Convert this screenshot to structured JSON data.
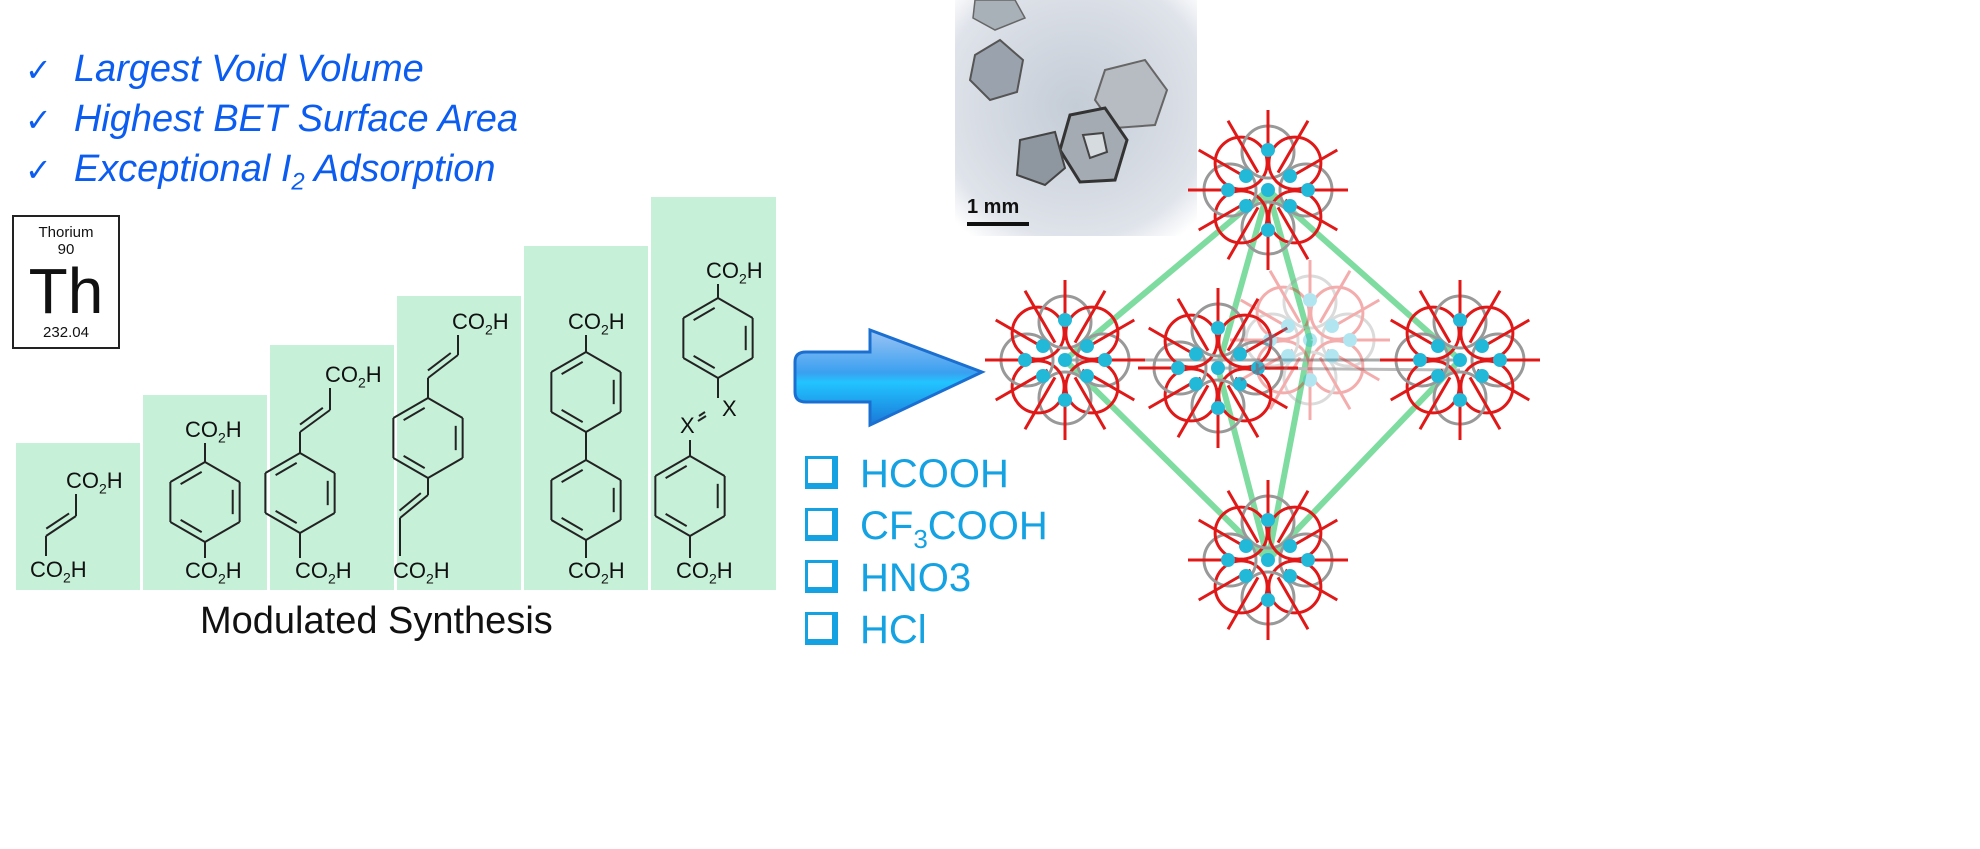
{
  "bullets": [
    {
      "check": "✓",
      "text": "Largest Void Volume"
    },
    {
      "check": "✓",
      "text": "Highest BET Surface Area"
    },
    {
      "check": "✓",
      "text": "Exceptional I",
      "sub": "2",
      "tail": " Adsorption"
    }
  ],
  "element": {
    "name": "Thorium",
    "number": "90",
    "symbol": "Th",
    "mass": "232.04"
  },
  "formula": {
    "co": "CO",
    "sub": "2",
    "h": "H",
    "x": "X"
  },
  "caption": "Modulated Synthesis",
  "modulators": [
    {
      "text": "HCOOH"
    },
    {
      "text": "CF",
      "sub": "3",
      "tail": "COOH"
    },
    {
      "text": "HNO3"
    },
    {
      "text": "HCl"
    }
  ],
  "photo": {
    "scale": "1 mm"
  },
  "colors": {
    "bullet": "#0b5cf0",
    "modulator": "#14a2e2",
    "panel": "#c6f0d8",
    "oxygen": "#e01818",
    "thorium": "#22b8d8",
    "link": "#7fdca0"
  }
}
